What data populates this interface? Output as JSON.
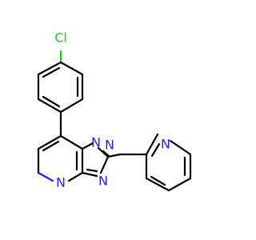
{
  "molecule": {
    "atoms": {
      "chlorine": "Cl",
      "n_triazole_top_left": "N",
      "n_triazole_top_right": "N",
      "n_triazole_bottom": "N",
      "n_pyrimidine": "N",
      "n_pyridine": "N"
    },
    "colors": {
      "carbon_bond": "#000000",
      "nitrogen": "#1f1fff",
      "chlorine": "#1fcc1f",
      "background": "#ffffff"
    }
  }
}
